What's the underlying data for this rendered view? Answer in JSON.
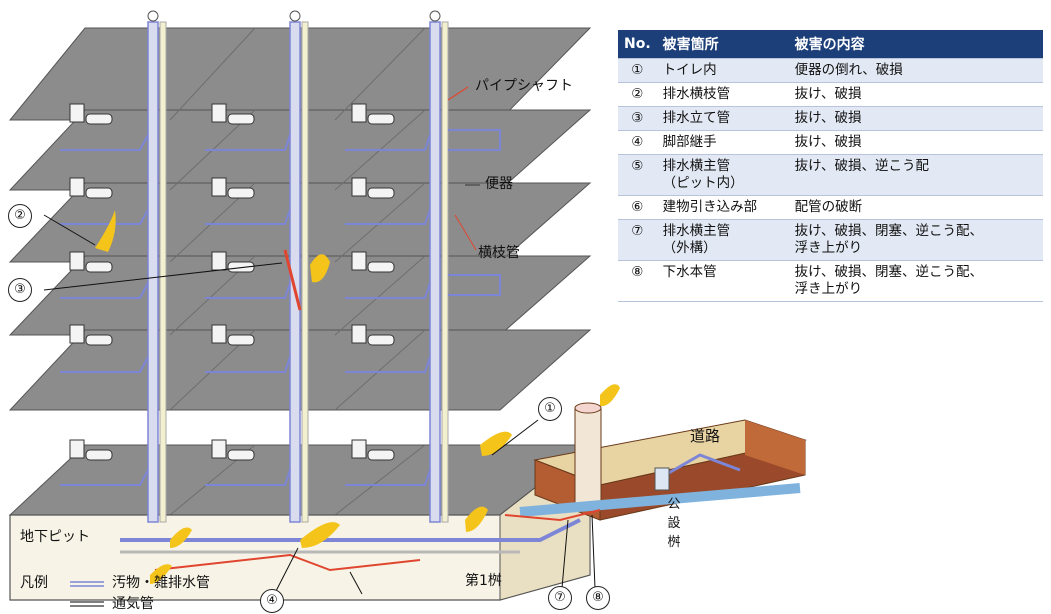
{
  "labels": {
    "pipe_shaft": "パイプシャフト",
    "toilet": "便器",
    "branch_pipe": "横枝管",
    "road": "道路",
    "public_basin": "公設桝",
    "basement_pit": "地下ピット",
    "first_basin": "第1桝",
    "legend_title": "凡例",
    "legend_drain": "汚物・雑排水管",
    "legend_vent": "通気管"
  },
  "markers": {
    "m1": "①",
    "m2": "②",
    "m3": "③",
    "m4": "④",
    "m7": "⑦",
    "m8": "⑧"
  },
  "table": {
    "headers": [
      "No.",
      "被害箇所",
      "被害の内容"
    ],
    "rows": [
      {
        "no": "①",
        "location": "トイレ内",
        "damage": "便器の倒れ、破損"
      },
      {
        "no": "②",
        "location": "排水横枝管",
        "damage": "抜け、破損"
      },
      {
        "no": "③",
        "location": "排水立て管",
        "damage": "抜け、破損"
      },
      {
        "no": "④",
        "location": "脚部継手",
        "damage": "抜け、破損"
      },
      {
        "no": "⑤",
        "location": "排水横主管\n（ピット内）",
        "damage": "抜け、破損、逆こう配"
      },
      {
        "no": "⑥",
        "location": "建物引き込み部",
        "damage": "配管の破断"
      },
      {
        "no": "⑦",
        "location": "排水横主管\n（外構）",
        "damage": "抜け、破損、閉塞、逆こう配、\n浮き上がり"
      },
      {
        "no": "⑧",
        "location": "下水本管",
        "damage": "抜け、破損、閉塞、逆こう配、\n浮き上がり"
      }
    ]
  },
  "colors": {
    "slab": "#8a8a8a",
    "drain_pipe": "#7d86d6",
    "vent_pipe": "#b0b0b0",
    "damage_flame": "#f4c41a",
    "damage_red": "#e0462f",
    "table_header": "#1c3f7a",
    "road": "#e8d3a3",
    "road_side": "#9a4a2a"
  }
}
